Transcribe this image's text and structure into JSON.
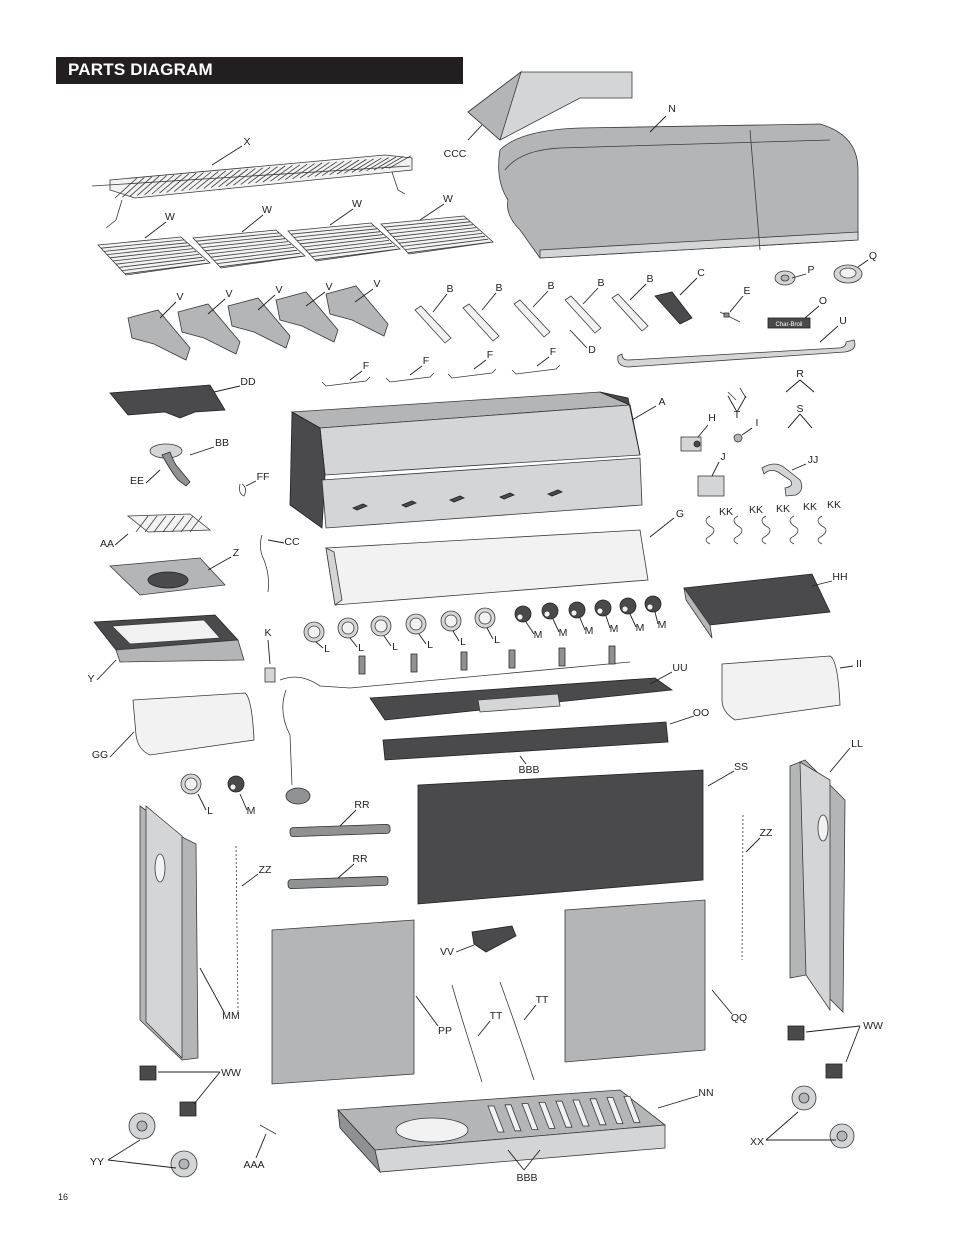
{
  "header": {
    "title": "PARTS DIAGRAM"
  },
  "page_number": "16",
  "labels": {
    "ccc": "CCC",
    "n": "N",
    "x": "X",
    "w1": "W",
    "w2": "W",
    "w3": "W",
    "w4": "W",
    "p": "P",
    "q": "Q",
    "v1": "V",
    "v2": "V",
    "v3": "V",
    "v4": "V",
    "v5": "V",
    "b1": "B",
    "b2": "B",
    "b3": "B",
    "b4": "B",
    "b5": "B",
    "c": "C",
    "e": "E",
    "o": "O",
    "d": "D",
    "u": "U",
    "f1": "F",
    "f2": "F",
    "f3": "F",
    "f4": "F",
    "dd": "DD",
    "a": "A",
    "r": "R",
    "t": "T",
    "s": "S",
    "h": "H",
    "i": "I",
    "j": "J",
    "jj": "JJ",
    "bb": "BB",
    "ee": "EE",
    "ff": "FF",
    "aa": "AA",
    "cc": "CC",
    "g": "G",
    "kk1": "KK",
    "kk2": "KK",
    "kk3": "KK",
    "kk4": "KK",
    "kk5": "KK",
    "z": "Z",
    "hh": "HH",
    "k": "K",
    "y": "Y",
    "l1": "L",
    "l2": "L",
    "l3": "L",
    "l4": "L",
    "l5": "L",
    "l6": "L",
    "l7": "L",
    "m1": "M",
    "m2": "M",
    "m3": "M",
    "m4": "M",
    "m5": "M",
    "m6": "M",
    "m7": "M",
    "uu": "UU",
    "ii": "II",
    "gg": "GG",
    "oo": "OO",
    "bbb1": "BBB",
    "bbb2": "BBB",
    "ll": "LL",
    "ss": "SS",
    "rr1": "RR",
    "rr2": "RR",
    "zz1": "ZZ",
    "zz2": "ZZ",
    "mm": "MM",
    "vv": "VV",
    "pp": "PP",
    "tt1": "TT",
    "tt2": "TT",
    "qq": "QQ",
    "ww1": "WW",
    "ww2": "WW",
    "nn": "NN",
    "xx": "XX",
    "yy": "YY",
    "aaa": "AAA"
  },
  "brand_plate": "Char-Broil"
}
